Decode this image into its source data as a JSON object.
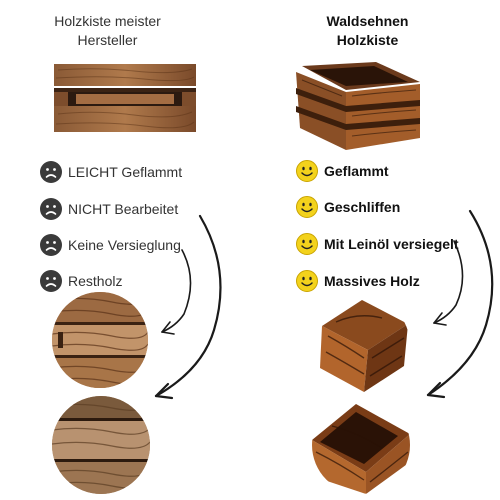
{
  "left_column": {
    "title_line1": "Holzkiste meister",
    "title_line2": "Hersteller",
    "items": [
      {
        "label": "LEICHT Geflammt",
        "icon": "sad-face-icon"
      },
      {
        "label": "NICHT Bearbeitet",
        "icon": "sad-face-icon"
      },
      {
        "label": "Keine Versieglung",
        "icon": "sad-face-icon"
      },
      {
        "label": "Restholz",
        "icon": "sad-face-icon"
      }
    ]
  },
  "right_column": {
    "title_line1": "Waldsehnen",
    "title_line2": "Holzkiste",
    "items": [
      {
        "label": "Geflammt",
        "icon": "smiley-face-icon"
      },
      {
        "label": "Geschliffen",
        "icon": "smiley-face-icon"
      },
      {
        "label": "Mit Leinöl versiegelt",
        "icon": "smiley-face-icon"
      },
      {
        "label": "Massives Holz",
        "icon": "smiley-face-icon"
      }
    ]
  },
  "colors": {
    "sad_face": "#3a3a3a",
    "smiley_face": "#f3d21c",
    "wood_light": "#c99466",
    "wood_dark": "#6b3a1c",
    "wood_burnt": "#3d1f0c"
  }
}
